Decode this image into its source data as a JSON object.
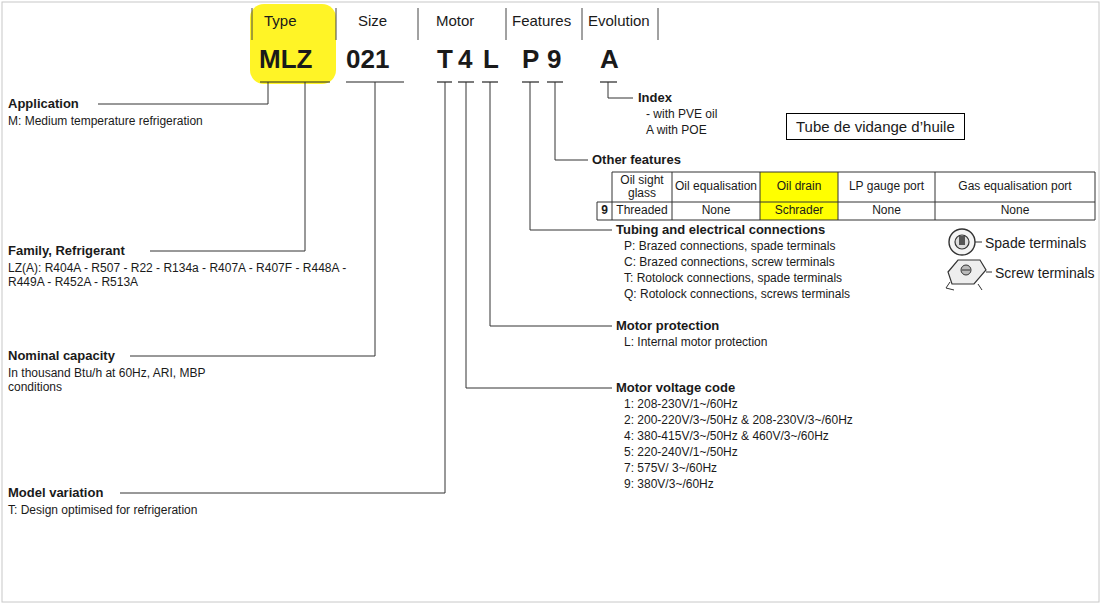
{
  "diagram": {
    "nodes": [
      {
        "text": [
          "Tube de vidange d’huile"
        ]
      }
    ],
    "labels": [
      "Type",
      "Size",
      "Motor",
      "Features",
      "Evolution",
      "MLZ",
      "021",
      "T",
      "4",
      "L",
      "P",
      "9",
      "A",
      "Application",
      "M: Medium temperature refrigeration",
      "Family, Refrigerant",
      "LZ(A): R404A - R507 - R22 - R134a - R407A - R407F - R448A - R449A - R452A - R513A",
      "Nominal capacity",
      "In thousand Btu/h at 60Hz, ARI, MBP conditions",
      "Model variation",
      "T: Design optimised for refrigeration",
      "Index",
      "- with PVE oil",
      "A with POE",
      "Other features",
      "Oil sight glass",
      "Oil equalisation",
      "Oil drain",
      "LP gauge port",
      "Gas equalisation port",
      "9",
      "Threaded",
      "None",
      "Schrader",
      "None",
      "None",
      "Tubing and electrical connections",
      "P: Brazed connections, spade terminals",
      "C: Brazed connections, screw terminals",
      "T: Rotolock connections, spade terminals",
      "Q: Rotolock connections, screws terminals",
      "Spade terminals",
      "Screw terminals",
      "Motor protection",
      "L: Internal motor protection",
      "Motor voltage code",
      "1: 208-230V/1~/60Hz",
      "2: 200-220V/3~/50Hz & 208-230V/3~/60Hz",
      "4: 380-415V/3~/50Hz & 460V/3~/60Hz",
      "5: 220-240V/1~/50Hz",
      "7: 575V/ 3~/60Hz",
      "9: 380V/3~/60Hz"
    ]
  }
}
